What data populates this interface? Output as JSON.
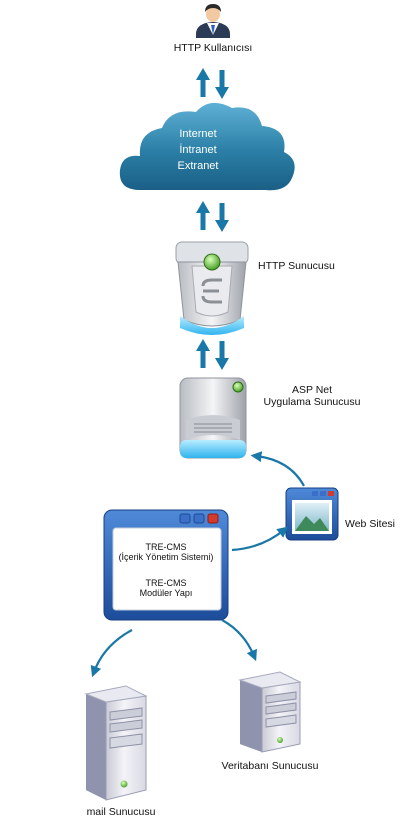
{
  "labels": {
    "http_user": "HTTP Kullanıcısı",
    "http_server": "HTTP Sunucusu",
    "asp_server_line1": "ASP Net",
    "asp_server_line2": "Uygulama Sunucusu",
    "website": "Web Sitesi",
    "mail_server": "mail Sunucusu",
    "db_server": "Veritabanı Sunucusu"
  },
  "cloud": {
    "lines": [
      "Internet",
      "İntranet",
      "Extranet"
    ]
  },
  "cms_window": {
    "line1": "TRE-CMS",
    "line2": "(İçerik Yönetim Sistemi)",
    "line3": "TRE-CMS",
    "line4": "Modüler Yapı"
  },
  "colors": {
    "arrow": "#1a78a8",
    "cloud": "#2b7fa6",
    "window": "#2a63b8",
    "server_glow": "#5ec8f0",
    "status_led": "#5fc63a",
    "window_button_red": "#d23a2e"
  },
  "icons": {
    "user": "user-avatar-icon",
    "cloud": "cloud-icon",
    "http_server": "http-server-icon",
    "app_server": "app-server-icon",
    "website": "website-window-icon",
    "cms": "cms-window-icon",
    "mail_server": "tower-server-icon",
    "db_server": "tower-server-icon"
  }
}
